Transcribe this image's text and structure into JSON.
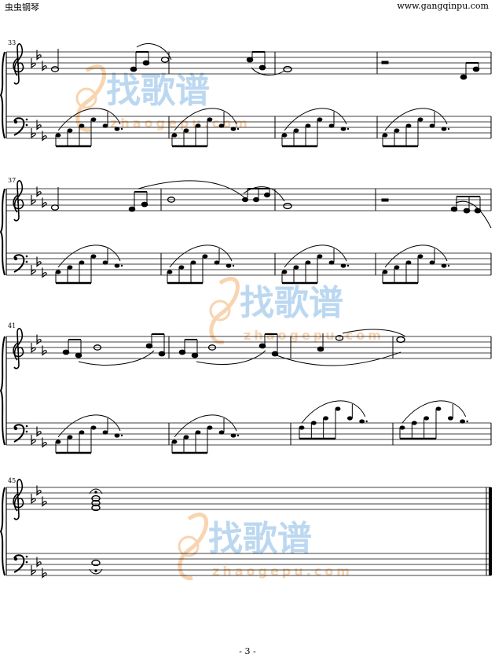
{
  "header": {
    "left": "虫虫钢琴",
    "right": "www.gangqinpu.com"
  },
  "footer": {
    "page_number": "- 3 -"
  },
  "watermark": {
    "brand": "找歌谱",
    "url": "zhaogepu.com",
    "color": "#f0a050",
    "brand_color": "#6aa8e0"
  },
  "systems": [
    {
      "first_measure": "33"
    },
    {
      "first_measure": "37"
    },
    {
      "first_measure": "41"
    },
    {
      "first_measure": "45"
    }
  ]
}
